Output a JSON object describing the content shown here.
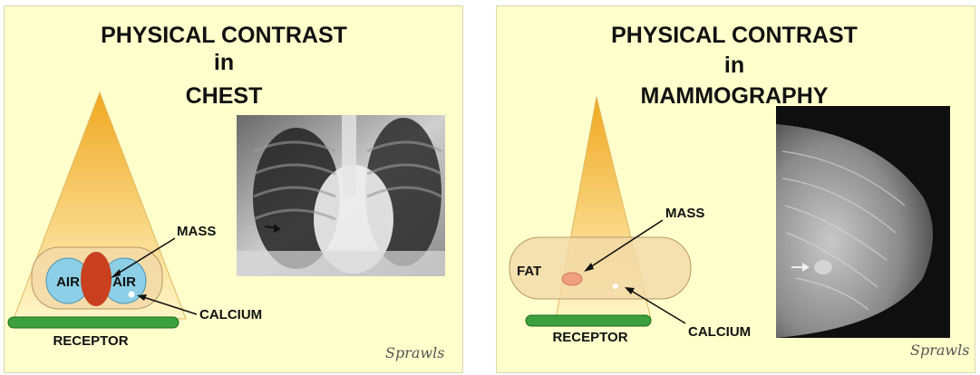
{
  "left": {
    "title": [
      "PHYSICAL CONTRAST",
      "in",
      "CHEST"
    ],
    "labels": {
      "air_left": "AIR",
      "air_right": "AIR",
      "mass": "MASS",
      "calcium": "CALCIUM",
      "receptor": "RECEPTOR"
    },
    "signature": "Sprawls"
  },
  "right": {
    "title": [
      "PHYSICAL CONTRAST",
      "in",
      "MAMMOGRAPHY"
    ],
    "labels": {
      "fat": "FAT",
      "mass": "MASS",
      "calcium": "CALCIUM",
      "receptor": "RECEPTOR"
    },
    "signature": "Sprawls"
  },
  "colors": {
    "background": "#ffffcc",
    "beam_top": "#f0a820",
    "beam_bottom": "#fff6c8",
    "air": "#8ccfe6",
    "mass_chest": "#c8401e",
    "mass_mammo": "#f0a080",
    "body_fill": "#f2d9a8",
    "receptor": "#3ca03c"
  }
}
